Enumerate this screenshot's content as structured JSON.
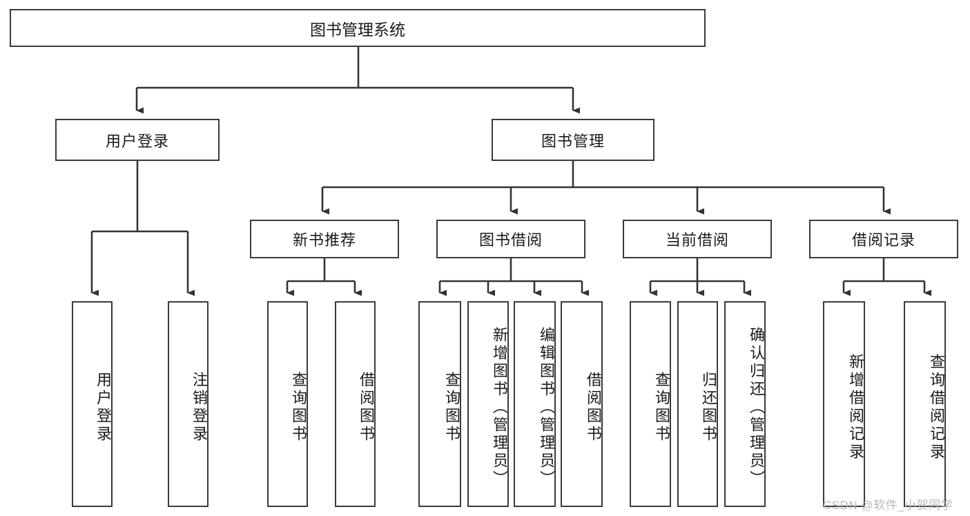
{
  "diagram": {
    "title": "图书管理系统",
    "type": "tree-hierarchy-diagram",
    "root": {
      "label": "图书管理系统"
    },
    "level1": [
      {
        "label": "用户登录"
      },
      {
        "label": "图书管理"
      }
    ],
    "level2": [
      {
        "label": "新书推荐"
      },
      {
        "label": "图书借阅"
      },
      {
        "label": "当前借阅"
      },
      {
        "label": "借阅记录"
      }
    ],
    "leaves": {
      "user_login": [
        {
          "label": "用户登录"
        },
        {
          "label": "注销登录"
        }
      ],
      "new_book_recommend": [
        {
          "label": "查询图书"
        },
        {
          "label": "借阅图书"
        }
      ],
      "book_borrow": [
        {
          "label": "查询图书"
        },
        {
          "label": "新增图书（管理员）"
        },
        {
          "label": "编辑图书（管理员）"
        },
        {
          "label": "借阅图书"
        }
      ],
      "current_borrow": [
        {
          "label": "查询图书"
        },
        {
          "label": "归还图书"
        },
        {
          "label": "确认归还（管理员）"
        }
      ],
      "borrow_record": [
        {
          "label": "新增借阅记录"
        },
        {
          "label": "查询借阅记录"
        }
      ]
    }
  },
  "watermark": {
    "text": "CSDN @软件_小贺同学"
  },
  "colors": {
    "box_border": "#3a3a3a",
    "box_fill": "#ffffff",
    "edge": "#333333",
    "text": "#1a1a1a",
    "watermark": "#b9b9b9",
    "background": "#ffffff"
  }
}
